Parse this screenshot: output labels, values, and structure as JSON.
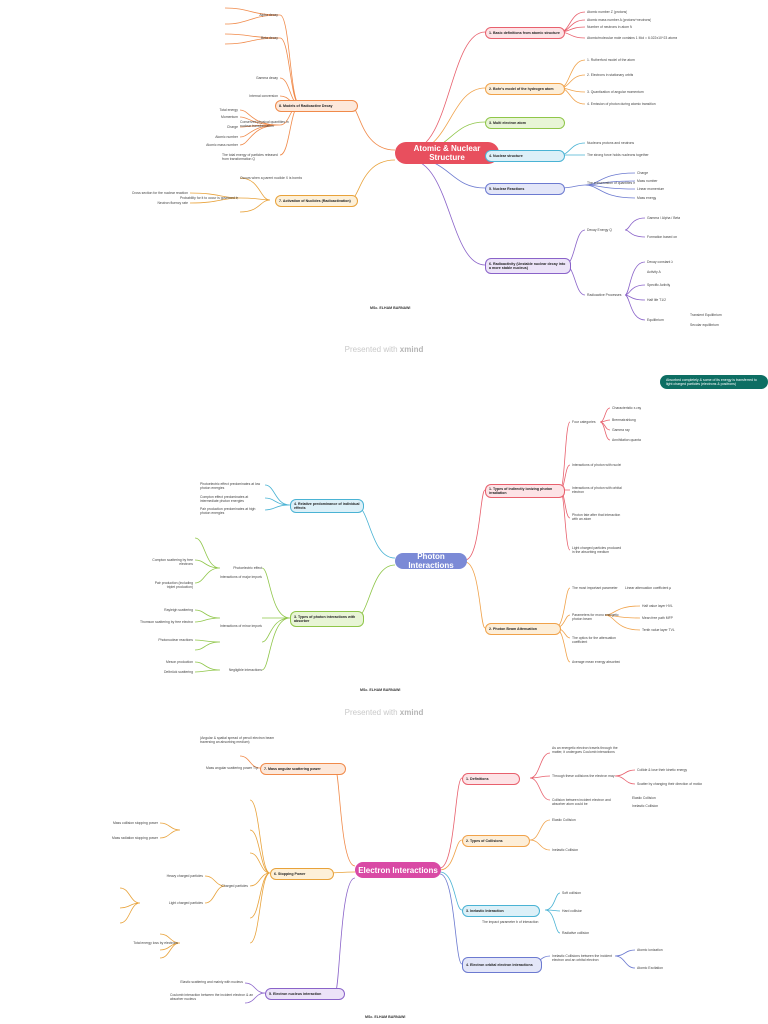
{
  "watermark": {
    "prefix": "Presented with",
    "brand": "xmind"
  },
  "author": "MSc. ELHAM BARNAWI",
  "map1": {
    "center": "Atomic & Nuclear Structure",
    "color": "#e84f5e",
    "branches": {
      "b1": "1. Basic definitions from atomic structure",
      "b2": "2. Bohr's model of the hydrogen atom",
      "b3": "3. Multi electron atom",
      "b4": "4. Nuclear structure",
      "b5": "5. Nuclear Reactions",
      "b6": "6. Radioactivity (Unstable nuclear decay into a more stable nucleus)",
      "b7": "7. Activation of Nuclides (Radioactivation)",
      "b8": "8. Models of Radioactive Decay"
    },
    "leaves": {
      "l1": "Atomic number Z (protons)",
      "l2": "Atomic mass number A (protons+neutrons)",
      "l3": "Number of neutrons in atom N",
      "l4": "Atomic/molecular mole contains 1 Mol = 6.022x10^23 atoms/molecules",
      "l5": "1. Rutherford model of the atom",
      "l6": "2. Electrons in stationary orbits",
      "l7": "3. Quantization of angular momentum",
      "l8": "4. Emission of photon during atomic transition",
      "l9": "Nucleons protons and neutrons",
      "l10": "The strong force holds nucleons together",
      "l11": "The conservation of quantities in a nuclear reaction",
      "l12": "Charge",
      "l13": "Mass number",
      "l14": "Linear momentum",
      "l15": "Mass energy",
      "l16": "Decay Energy Q",
      "l17": "Gamma / Alpha / Beta",
      "l18": "Radioactive Processes",
      "l19": "Formation based on",
      "l20": "Decay constant λ",
      "l21": "Activity A",
      "l22": "Specific Activity",
      "l23": "Half life T1/2",
      "l24": "Equilibrium",
      "l25": "Transient Equilibrium",
      "l26": "Secular equilibrium",
      "l27": "Occurs when a parent nuclide X is bombarded with thermal neutrons",
      "l28": "Probability for it to occur is governed by",
      "l29": "Cross section for the nuclear reaction",
      "l30": "Neutron fluency rate",
      "l31": "Alpha decay",
      "l32": "Beta decay",
      "l33": "Gamma decay",
      "l34": "Internal conversion",
      "l35": "Conserved physical quantities in nuclear transformation",
      "l36": "Total energy",
      "l37": "Momentum",
      "l38": "Charge",
      "l39": "Atomic number",
      "l40": "Atomic mass number",
      "l41": "The total energy of particles released from transformation Q"
    }
  },
  "map2": {
    "center": "Photon Interactions",
    "color": "#7b8ad6",
    "branches": {
      "b1": "1. Types of indirectly ionizing photon irradiation",
      "b2": "2. Photon Beam Attenuation",
      "b3": "3. Types of photon interactions with absorber",
      "b4": "4. Relative predominance of individual effects"
    },
    "badge": "Absorbed completely & some of its energy is transferred to light charged particles (electrons & positrons)",
    "leaves": {
      "l1": "Four categories",
      "l2": "Characteristic x-ray",
      "l3": "Bremsstrahlung",
      "l4": "Gamma ray",
      "l5": "Annihilation quanta",
      "l6": "Interactions of photon with nuclei",
      "l7": "Interactions of photon with orbital electron",
      "l8": "Photon fate after that interaction with an atom",
      "l9": "Light charged particles produced in the absorbing medium",
      "l10": "The most important parameter",
      "l11": "Linear attenuation coefficient μ",
      "l12": "Parameters for mono energetic photon beam",
      "l13": "Half value layer HVL",
      "l14": "Mean free path MFP",
      "l15": "Tenth value layer TVL",
      "l16": "The optics for the attenuation coefficient",
      "l17": "Average mean energy absorbed",
      "l18": "Photoelectric effect",
      "l19": "Compton scattering by free electrons",
      "l20": "Pair production (including triplet production)",
      "l21": "Interactions of major importance",
      "l22": "Rayleigh scattering",
      "l23": "Thomson scattering by free electrons",
      "l24": "Photonuclear reactions",
      "l25": "Interactions of minor importance",
      "l26": "Meson production",
      "l27": "Delbrück scattering",
      "l28": "Negligible interactions",
      "l29": "Photoelectric effect predominates at low photon energies",
      "l30": "Compton effect predominates at intermediate photon energies",
      "l31": "Pair production predominates at high photon energies"
    }
  },
  "map3": {
    "center": "Electron Interactions",
    "color": "#d94aa5",
    "branches": {
      "b1": "1. Definitions",
      "b2": "2. Types of Collisions",
      "b3": "3. Inelastic Interaction",
      "b4": "4. Electron orbital electron interactions",
      "b5": "5. Electron nucleus interaction",
      "b6": "6. Stopping Power",
      "b7": "7. Mass angular scattering power"
    },
    "leaves": {
      "l1": "As an energetic electron travels through the matter, it undergoes Coulomb interactions",
      "l2": "Through these collisions the electron may",
      "l3": "Collide & lose their kinetic energy",
      "l4": "Scatter by changing their direction of motion",
      "l5": "Collision between incident electron and absorber atom could be",
      "l6": "Elastic Collision",
      "l7": "Inelastic Collision",
      "l8": "Elastic Collision",
      "l9": "Inelastic Collision",
      "l10": "The impact parameter b of interaction",
      "l11": "Soft collision",
      "l12": "Hard collision",
      "l13": "Radiative collision",
      "l14": "Inelastic Collisions between the incident electron and an orbital electron",
      "l15": "Atomic ionization",
      "l16": "Atomic Excitation",
      "l17": "Elastic scattering and mainly with nucleus",
      "l18": "Coulomb interaction between the incident electron & an absorber nucleus",
      "l19": "Mass collision stopping power",
      "l20": "Mass radiation stopping power",
      "l21": "Heavy charged particles",
      "l22": "Charged particles",
      "l23": "Light charged particles",
      "l24": "Total energy loss by electrons",
      "l25": "Mass angular scattering power T/ρ",
      "l26": "(Angular & spatial spread of pencil electron beam traversing an absorbing medium)"
    }
  }
}
